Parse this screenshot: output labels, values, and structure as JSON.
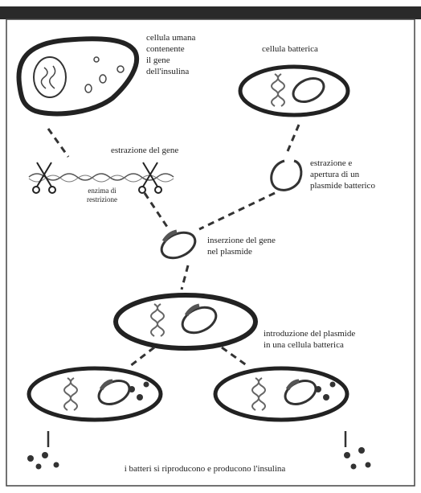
{
  "diagram": {
    "labels": {
      "human_cell": "cellula umana\ncontenente\nil gene\ndell'insulina",
      "bacterial_cell": "cellula batterica",
      "gene_extraction": "estrazione del gene",
      "restriction_enzyme": "enzima di\nrestrizione",
      "plasmid_extraction": "estrazione e\napertura di un\nplasmide batterico",
      "gene_insertion": "inserzione del gene\nnel plasmide",
      "plasmid_introduction": "introduzione del plasmide\nin una cellula batterica",
      "result": "i batteri si riproducono e producono l'insulina"
    },
    "colors": {
      "ink": "#222222",
      "frame_bar": "#2a2a2a"
    },
    "icons": [
      "scissors-icon",
      "dna-icon",
      "plasmid-icon",
      "cell-icon",
      "insulin-dot-icon"
    ]
  }
}
